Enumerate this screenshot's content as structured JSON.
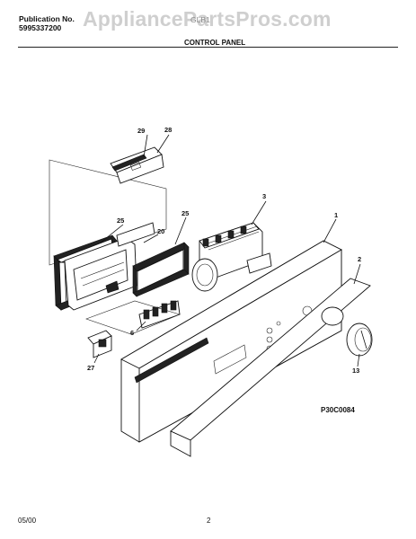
{
  "header": {
    "publication_label": "Publication No.",
    "publication_number": "5995337200",
    "model_text": "GLB1",
    "watermark": "AppliancePartsPros.com",
    "title": "CONTROL PANEL"
  },
  "callouts": [
    {
      "id": "29",
      "text": "29"
    },
    {
      "id": "28",
      "text": "28"
    },
    {
      "id": "3",
      "text": "3"
    },
    {
      "id": "1",
      "text": "1"
    },
    {
      "id": "25a",
      "text": "25"
    },
    {
      "id": "25b",
      "text": "25"
    },
    {
      "id": "20",
      "text": "20"
    },
    {
      "id": "2",
      "text": "2"
    },
    {
      "id": "6",
      "text": "6"
    },
    {
      "id": "27",
      "text": "27"
    },
    {
      "id": "13",
      "text": "13"
    }
  ],
  "diagram_code": "P30C0084",
  "footer": {
    "date": "05/00",
    "page": "2"
  }
}
